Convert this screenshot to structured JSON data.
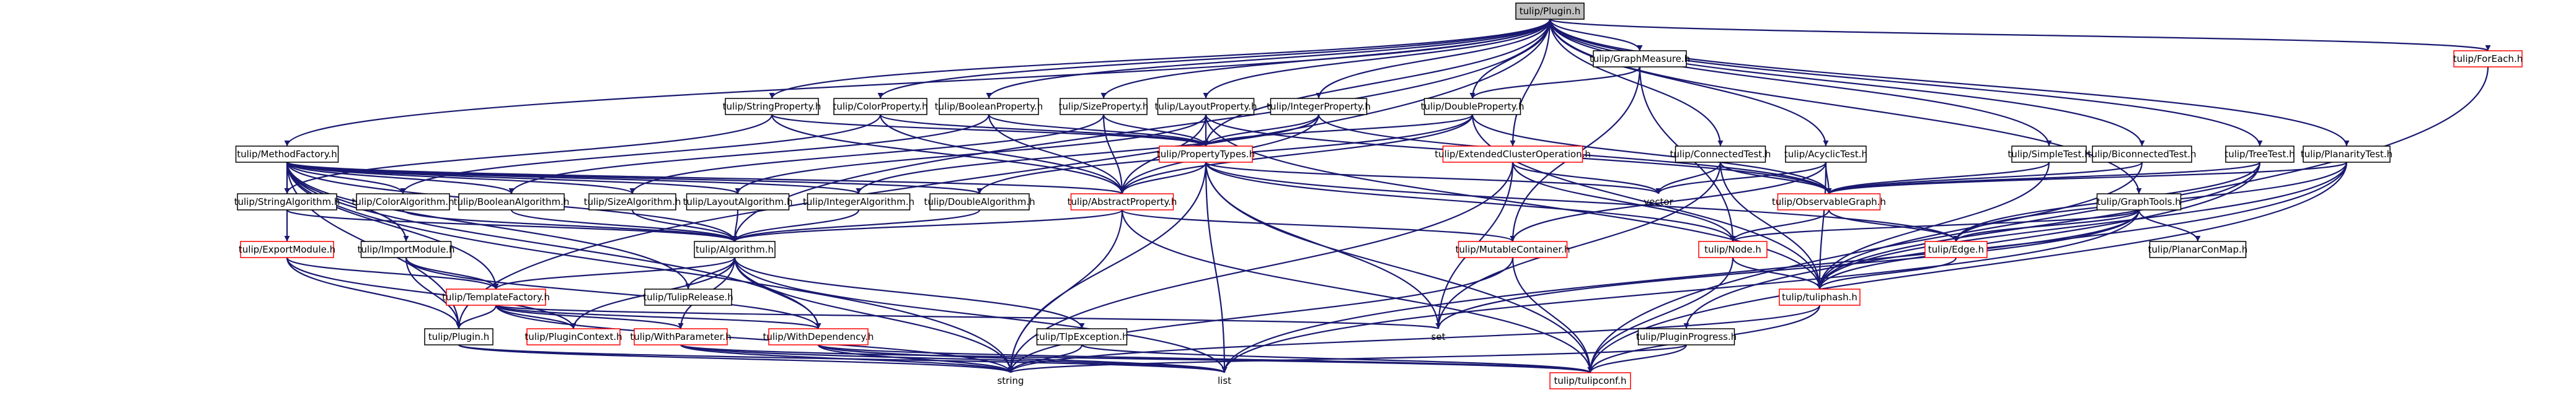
{
  "graph": {
    "title": "tulip/Plugin.h",
    "colors": {
      "edge": "#191970",
      "focus_fill": "#bfbfbf",
      "plain_border": "#000000",
      "incomplete_border": "#ff0000",
      "node_fill": "#ffffff",
      "text": "#000000"
    },
    "nodes": [
      {
        "id": "plugin_root",
        "label": "tulip/Plugin.h",
        "style": "focus"
      },
      {
        "id": "graphmeasure",
        "label": "tulip/GraphMeasure.h",
        "style": "plain"
      },
      {
        "id": "foreach",
        "label": "tulip/ForEach.h",
        "style": "red"
      },
      {
        "id": "stringprop",
        "label": "tulip/StringProperty.h",
        "style": "plain"
      },
      {
        "id": "colorprop",
        "label": "tulip/ColorProperty.h",
        "style": "plain"
      },
      {
        "id": "booleanprop",
        "label": "tulip/BooleanProperty.h",
        "style": "plain"
      },
      {
        "id": "sizeprop",
        "label": "tulip/SizeProperty.h",
        "style": "plain"
      },
      {
        "id": "layoutprop",
        "label": "tulip/LayoutProperty.h",
        "style": "plain"
      },
      {
        "id": "integerprop",
        "label": "tulip/IntegerProperty.h",
        "style": "plain"
      },
      {
        "id": "doubleprop",
        "label": "tulip/DoubleProperty.h",
        "style": "plain"
      },
      {
        "id": "methodfactory",
        "label": "tulip/MethodFactory.h",
        "style": "plain"
      },
      {
        "id": "propertytypes",
        "label": "tulip/PropertyTypes.h",
        "style": "red"
      },
      {
        "id": "extcluster",
        "label": "tulip/ExtendedClusterOperation.h",
        "style": "red"
      },
      {
        "id": "connectedtest",
        "label": "tulip/ConnectedTest.h",
        "style": "plain"
      },
      {
        "id": "acyclictest",
        "label": "tulip/AcyclicTest.h",
        "style": "plain"
      },
      {
        "id": "simpletest",
        "label": "tulip/SimpleTest.h",
        "style": "plain"
      },
      {
        "id": "biconnectedtest",
        "label": "tulip/BiconnectedTest.h",
        "style": "plain"
      },
      {
        "id": "treetest",
        "label": "tulip/TreeTest.h",
        "style": "plain"
      },
      {
        "id": "planaritytest",
        "label": "tulip/PlanarityTest.h",
        "style": "plain"
      },
      {
        "id": "stringalgo",
        "label": "tulip/StringAlgorithm.h",
        "style": "plain"
      },
      {
        "id": "coloralgo",
        "label": "tulip/ColorAlgorithm.h",
        "style": "plain"
      },
      {
        "id": "booleanalgo",
        "label": "tulip/BooleanAlgorithm.h",
        "style": "plain"
      },
      {
        "id": "sizealgo",
        "label": "tulip/SizeAlgorithm.h",
        "style": "plain"
      },
      {
        "id": "layoutalgo",
        "label": "tulip/LayoutAlgorithm.h",
        "style": "plain"
      },
      {
        "id": "integeralgo",
        "label": "tulip/IntegerAlgorithm.h",
        "style": "plain"
      },
      {
        "id": "doublealgo",
        "label": "tulip/DoubleAlgorithm.h",
        "style": "plain"
      },
      {
        "id": "abstractprop",
        "label": "tulip/AbstractProperty.h",
        "style": "red"
      },
      {
        "id": "vector",
        "label": "vector",
        "style": "none"
      },
      {
        "id": "observablegraph",
        "label": "tulip/ObservableGraph.h",
        "style": "red"
      },
      {
        "id": "graphtools",
        "label": "tulip/GraphTools.h",
        "style": "plain"
      },
      {
        "id": "exportmodule",
        "label": "tulip/ExportModule.h",
        "style": "red"
      },
      {
        "id": "importmodule",
        "label": "tulip/ImportModule.h",
        "style": "plain"
      },
      {
        "id": "algorithm",
        "label": "tulip/Algorithm.h",
        "style": "plain"
      },
      {
        "id": "mutablecontainer",
        "label": "tulip/MutableContainer.h",
        "style": "red"
      },
      {
        "id": "node",
        "label": "tulip/Node.h",
        "style": "red"
      },
      {
        "id": "edge",
        "label": "tulip/Edge.h",
        "style": "red"
      },
      {
        "id": "planarconmap",
        "label": "tulip/PlanarConMap.h",
        "style": "plain"
      },
      {
        "id": "templatefactory",
        "label": "tulip/TemplateFactory.h",
        "style": "red"
      },
      {
        "id": "tulipRelease",
        "label": "tulip/TulipRelease.h",
        "style": "plain"
      },
      {
        "id": "tuliphash",
        "label": "tulip/tuliphash.h",
        "style": "red"
      },
      {
        "id": "set",
        "label": "set",
        "style": "none"
      },
      {
        "id": "pluginprogress",
        "label": "tulip/PluginProgress.h",
        "style": "plain"
      },
      {
        "id": "tulipexception",
        "label": "tulip/TlpException.h",
        "style": "plain"
      },
      {
        "id": "pluginh",
        "label": "tulip/Plugin.h",
        "style": "plain"
      },
      {
        "id": "plugincontext",
        "label": "tulip/PluginContext.h",
        "style": "red"
      },
      {
        "id": "withparameter",
        "label": "tulip/WithParameter.h",
        "style": "red"
      },
      {
        "id": "withdependency",
        "label": "tulip/WithDependency.h",
        "style": "red"
      },
      {
        "id": "string",
        "label": "string",
        "style": "none"
      },
      {
        "id": "list",
        "label": "list",
        "style": "none"
      },
      {
        "id": "tulipconf",
        "label": "tulip/tulipconf.h",
        "style": "red"
      }
    ]
  }
}
